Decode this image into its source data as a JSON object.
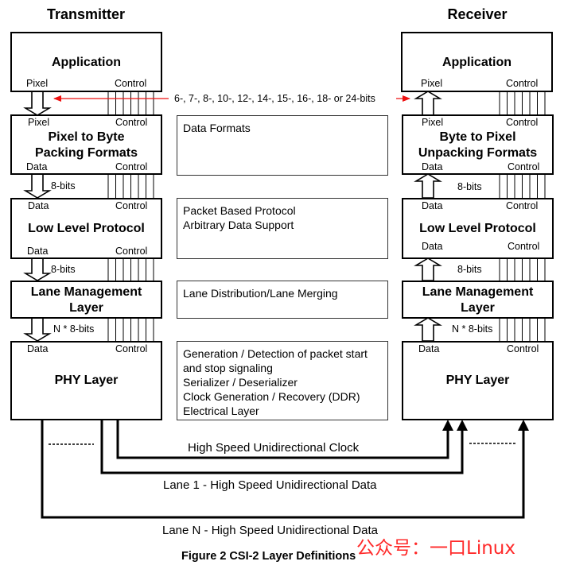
{
  "transmitter": {
    "title": "Transmitter",
    "layers": [
      {
        "name": "Application",
        "top_left": "",
        "top_right": "",
        "bottom_left": "Pixel",
        "bottom_right": "Control"
      },
      {
        "name_lines": [
          "Pixel to Byte",
          "Packing Formats"
        ],
        "top_left": "Pixel",
        "top_right": "Control",
        "bottom_left": "Data",
        "bottom_right": "Control"
      },
      {
        "name": "Low Level Protocol",
        "top_left": "Data",
        "top_right": "Control",
        "bottom_left": "Data",
        "bottom_right": "Control"
      },
      {
        "name_lines": [
          "Lane Management",
          "Layer"
        ]
      },
      {
        "name": "PHY Layer",
        "top_left": "Data",
        "top_right": "Control"
      }
    ],
    "bus_labels": [
      "8-bits",
      "8-bits",
      "N * 8-bits"
    ]
  },
  "receiver": {
    "title": "Receiver",
    "layers": [
      {
        "name": "Application",
        "bottom_left": "Pixel",
        "bottom_right": "Control"
      },
      {
        "name_lines": [
          "Byte to Pixel",
          "Unpacking Formats"
        ],
        "top_left": "Pixel",
        "top_right": "Control",
        "bottom_left": "Data",
        "bottom_right": "Control"
      },
      {
        "name": "Low Level Protocol",
        "top_left": "Data",
        "top_right": "Control",
        "bottom_left": "Data",
        "bottom_right": "Control"
      },
      {
        "name_lines": [
          "Lane Management",
          "Layer"
        ]
      },
      {
        "name": "PHY Layer",
        "top_left": "Data",
        "top_right": "Control"
      }
    ],
    "bus_labels": [
      "8-bits",
      "8-bits",
      "N * 8-bits"
    ]
  },
  "pixel_width_note": "6-, 7-, 8-, 10-, 12-, 14-, 15-, 16-, 18- or 24-bits",
  "descriptions": [
    {
      "lines": [
        "Data Formats"
      ]
    },
    {
      "lines": [
        "Packet Based Protocol",
        "Arbitrary Data Support"
      ]
    },
    {
      "lines": [
        "Lane Distribution/Lane Merging"
      ]
    },
    {
      "lines": [
        "Generation / Detection of packet start",
        "and stop signaling",
        "Serializer / Deserializer",
        "Clock Generation / Recovery (DDR)",
        "Electrical Layer"
      ]
    }
  ],
  "links": {
    "clock": "High Speed Unidirectional Clock",
    "lane1": "Lane 1 - High Speed Unidirectional Data",
    "laneN": "Lane N - High Speed Unidirectional Data"
  },
  "caption": "Figure 2 CSI-2 Layer Definitions",
  "watermark": "公众号：一口Linux",
  "colors": {
    "note_arrow": "#ee1111",
    "watermark": "#ff2a2a",
    "line": "#000000"
  }
}
